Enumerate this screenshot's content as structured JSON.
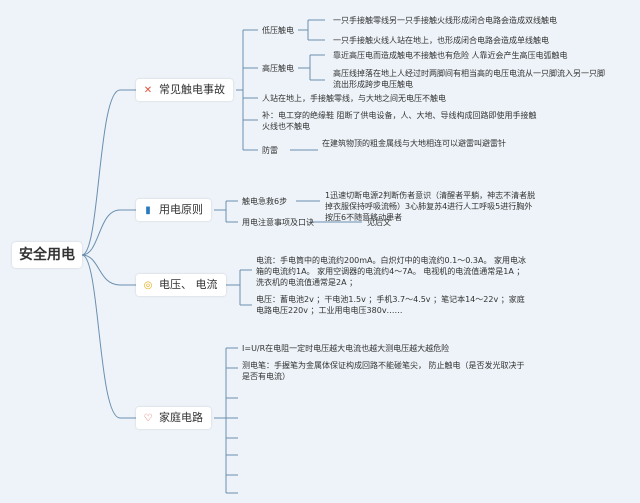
{
  "root": "安全用电",
  "colors": {
    "line": "#6a8fb0",
    "background": "#edf3f8"
  },
  "branches": [
    {
      "label": "常见触电事故",
      "icon": "lightning-icon",
      "children": [
        {
          "label": "低压触电",
          "children": [
            "一只手接触零线另一只手接触火线形成闭合电路会造成双线触电",
            "一只手接触火线人站在地上，也形成闭合电路会造成单线触电"
          ]
        },
        {
          "label": "高压触电",
          "children": [
            "靠近高压电而造成触电不接触也有危险 人靠近会产生高压电弧触电",
            "高压线掉落在地上人经过时两脚间有相当高的电压电流从一只脚流入另一只脚流出形成跨步电压触电"
          ]
        },
        {
          "label": "人站在地上，手接触零线，与大地之间无电压不触电"
        },
        {
          "label": "补：电工穿的绝缘鞋 阻断了供电设备，人、大地、导线构成回路即使用手接触火线也不触电"
        },
        {
          "label": "防雷",
          "children": [
            "在建筑物顶的粗金属线与大地相连可以避雷叫避雷针"
          ]
        }
      ]
    },
    {
      "label": "用电原则",
      "icon": "flag-icon",
      "children": [
        {
          "label": "触电急救6步",
          "children": [
            "1迅速切断电源2判断伤者意识（清醒者平躺，神志不清者脱掉衣服保持呼吸流畅）3心肺复苏4进行人工呼吸5进行胸外按压6不随意移动患者"
          ]
        },
        {
          "label": "用电注意事项及口诀",
          "children": [
            "见后文"
          ]
        }
      ]
    },
    {
      "label": "电压、 电流",
      "icon": "bulb-icon",
      "children": [
        {
          "label": "电流：手电筒中的电流约200mA。白炽灯中的电流约0.1～0.3A。 家用电冰箱的电流约1A。 家用空调器的电流约4～7A。 电视机的电流值通常是1A ；洗衣机的电流值通常是2A ；"
        },
        {
          "label": "电压：蓄电池2v ；干电池1.5v ；手机3.7～4.5v ；笔记本14～22v ；家庭电路电压220v ；工业用电电压380v……"
        }
      ]
    },
    {
      "label": "家庭电路",
      "icon": "heart-icon",
      "children": [
        {
          "label": "I=U/R在电阻一定时电压越大电流也越大测电压越大越危险"
        },
        {
          "label": "测电笔：手握笔为金属体保证构成回路不能碰笔尖， 防止触电（是否发光取决于是否有电流）"
        }
      ]
    }
  ]
}
